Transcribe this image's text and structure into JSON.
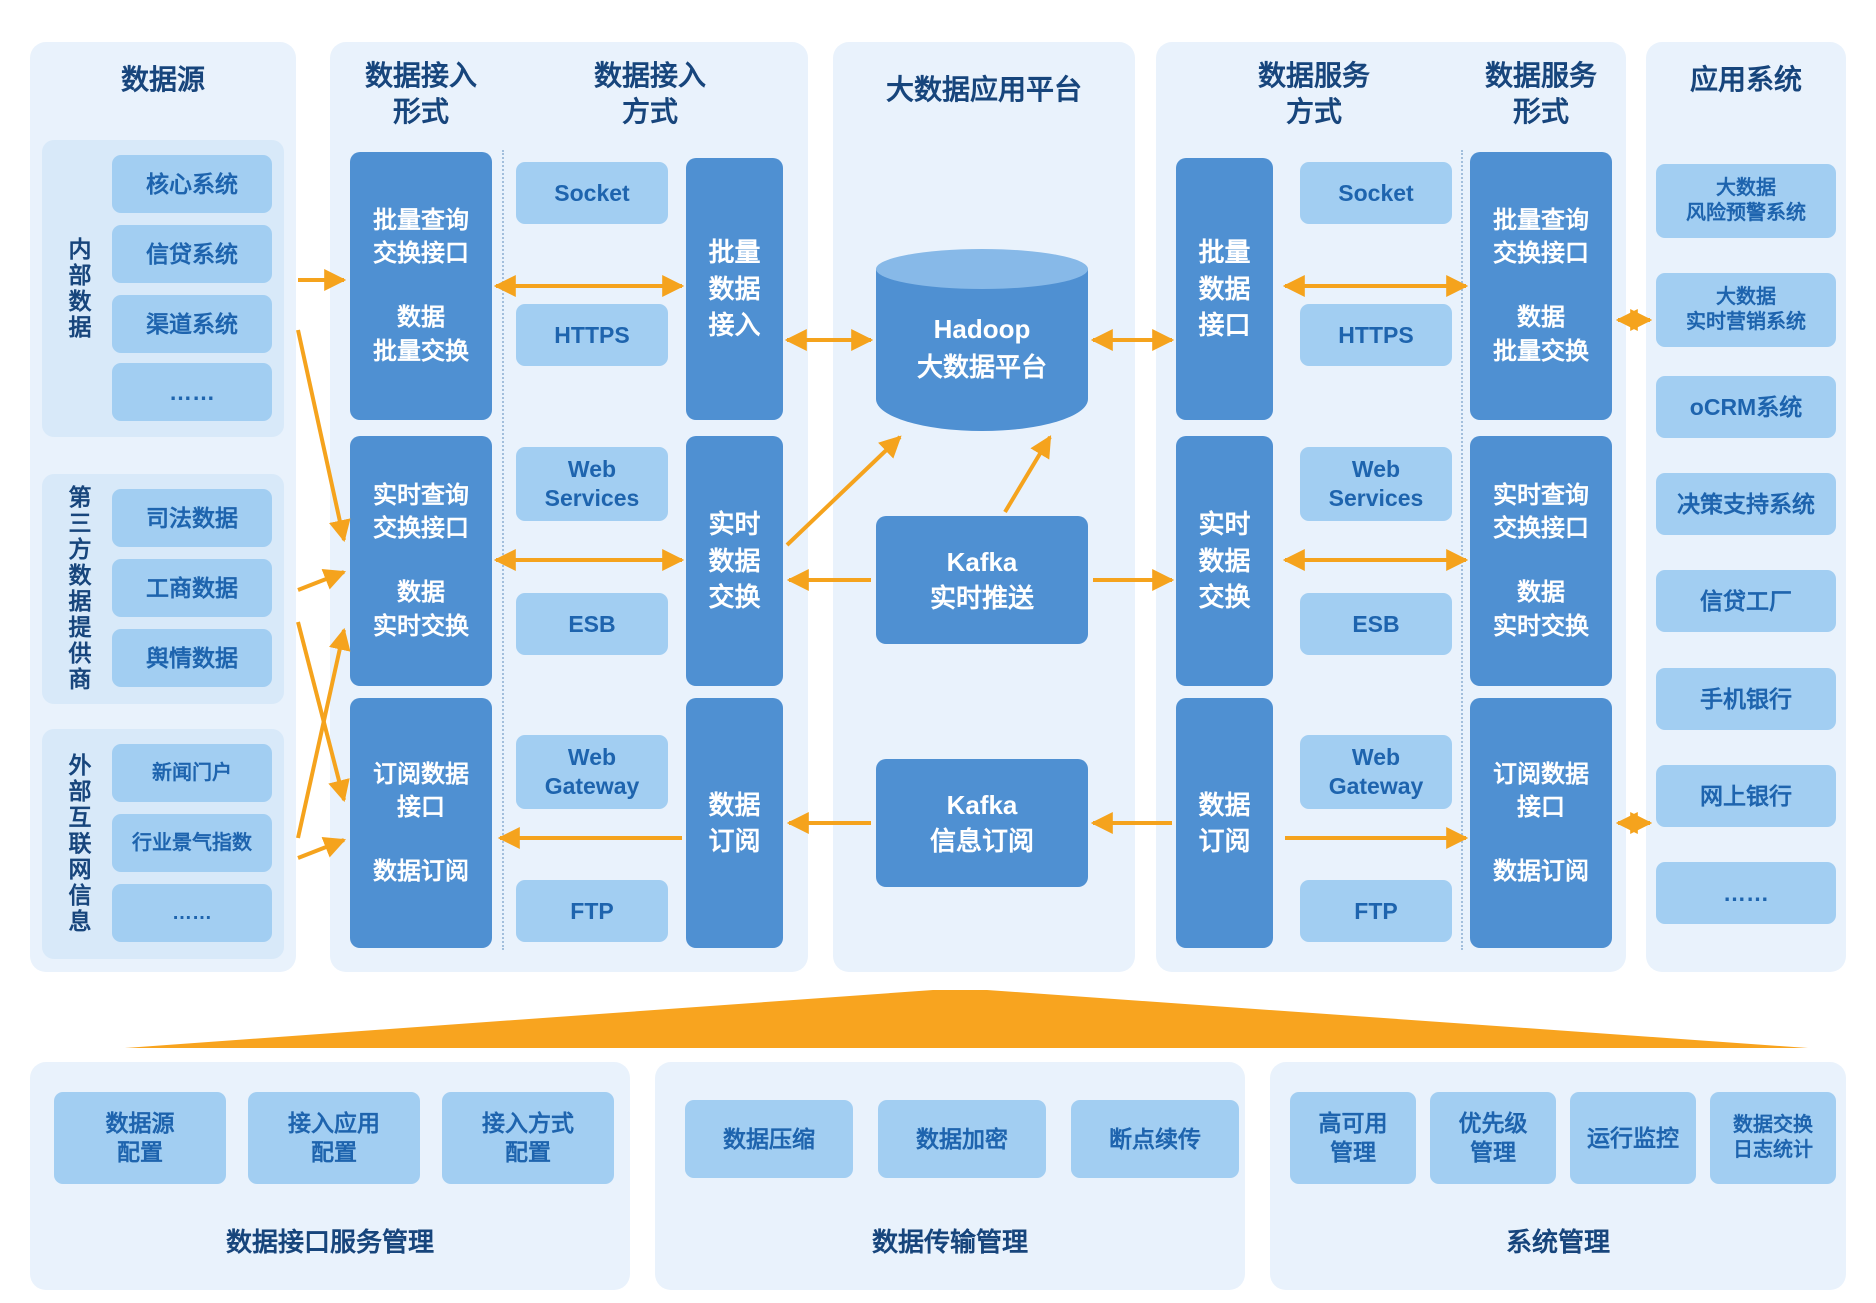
{
  "colors": {
    "arrow": "#F5A31D",
    "dark_box": "#4F90D2",
    "light_chip": "#A2CEF2",
    "chip_text": "#1E64AE",
    "heading": "#17457C",
    "panel_bg": "#E9F2FC",
    "foundation": "#F8A41F"
  },
  "data_sources": {
    "title": "数据源",
    "groups": [
      {
        "label": "内部数据",
        "items": [
          "核心系统",
          "信贷系统",
          "渠道系统",
          "……"
        ]
      },
      {
        "label": "第三方数据提供商",
        "items": [
          "司法数据",
          "工商数据",
          "舆情数据"
        ]
      },
      {
        "label": "外部互联网信息",
        "items": [
          "新闻门户",
          "行业景气指数",
          "……"
        ]
      }
    ]
  },
  "access_form": {
    "title": "数据接入\n形式",
    "boxes": [
      {
        "top": "批量查询\n交换接口",
        "bottom": "数据\n批量交换"
      },
      {
        "top": "实时查询\n交换接口",
        "bottom": "数据\n实时交换"
      },
      {
        "top": "订阅数据\n接口",
        "bottom": "数据订阅"
      }
    ]
  },
  "access_method": {
    "title": "数据接入\n方式",
    "protocols": [
      "Socket",
      "HTTPS",
      "Web\nServices",
      "ESB",
      "Web\nGateway",
      "FTP"
    ],
    "channels": [
      "批量\n数据\n接入",
      "实时\n数据\n交换",
      "数据\n订阅"
    ]
  },
  "platform": {
    "title": "大数据应用平台",
    "hadoop": "Hadoop\n大数据平台",
    "kafka_push": "Kafka\n实时推送",
    "kafka_subscribe": "Kafka\n信息订阅"
  },
  "service_method": {
    "title": "数据服务\n方式",
    "channels": [
      "批量\n数据\n接口",
      "实时\n数据\n交换",
      "数据\n订阅"
    ],
    "protocols": [
      "Socket",
      "HTTPS",
      "Web\nServices",
      "ESB",
      "Web\nGateway",
      "FTP"
    ]
  },
  "service_form": {
    "title": "数据服务\n形式",
    "boxes": [
      {
        "top": "批量查询\n交换接口",
        "bottom": "数据\n批量交换"
      },
      {
        "top": "实时查询\n交换接口",
        "bottom": "数据\n实时交换"
      },
      {
        "top": "订阅数据\n接口",
        "bottom": "数据订阅"
      }
    ]
  },
  "applications": {
    "title": "应用系统",
    "items": [
      "大数据\n风险预警系统",
      "大数据\n实时营销系统",
      "oCRM系统",
      "决策支持系统",
      "信贷工厂",
      "手机银行",
      "网上银行",
      "……"
    ]
  },
  "management": [
    {
      "label": "数据接口服务管理",
      "items": [
        "数据源\n配置",
        "接入应用\n配置",
        "接入方式\n配置"
      ]
    },
    {
      "label": "数据传输管理",
      "items": [
        "数据压缩",
        "数据加密",
        "断点续传"
      ]
    },
    {
      "label": "系统管理",
      "items": [
        "高可用\n管理",
        "优先级\n管理",
        "运行监控",
        "数据交换\n日志统计"
      ]
    }
  ]
}
